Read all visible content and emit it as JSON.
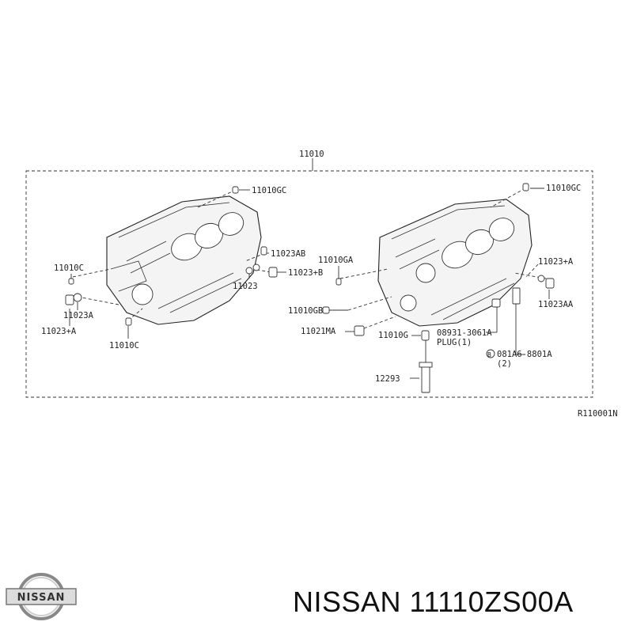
{
  "diagram": {
    "assembly_label": "11010",
    "reference_code": "R110001N",
    "left_callouts": {
      "gc": "11010GC",
      "c_upper": "11010C",
      "ab": "11023AB",
      "plusb": "11023+B",
      "p11023": "11023",
      "a11023": "11023A",
      "plusa": "11023+A",
      "c_lower": "11010C"
    },
    "right_callouts": {
      "gc": "11010GC",
      "ga": "11010GA",
      "plusa": "11023+A",
      "aa": "11023AA",
      "gb": "11010GB",
      "ma": "11021MA",
      "g": "11010G",
      "plug_no": "08931-3061A",
      "plug": "PLUG(1)",
      "bolt_no": "081A6-8801A",
      "bolt_qty": "(2)",
      "bolt_mark": "B",
      "p12293": "12293"
    }
  },
  "product": {
    "brand": "NISSAN",
    "part_number": "11110ZS00A",
    "title": "NISSAN 11110ZS00A"
  }
}
